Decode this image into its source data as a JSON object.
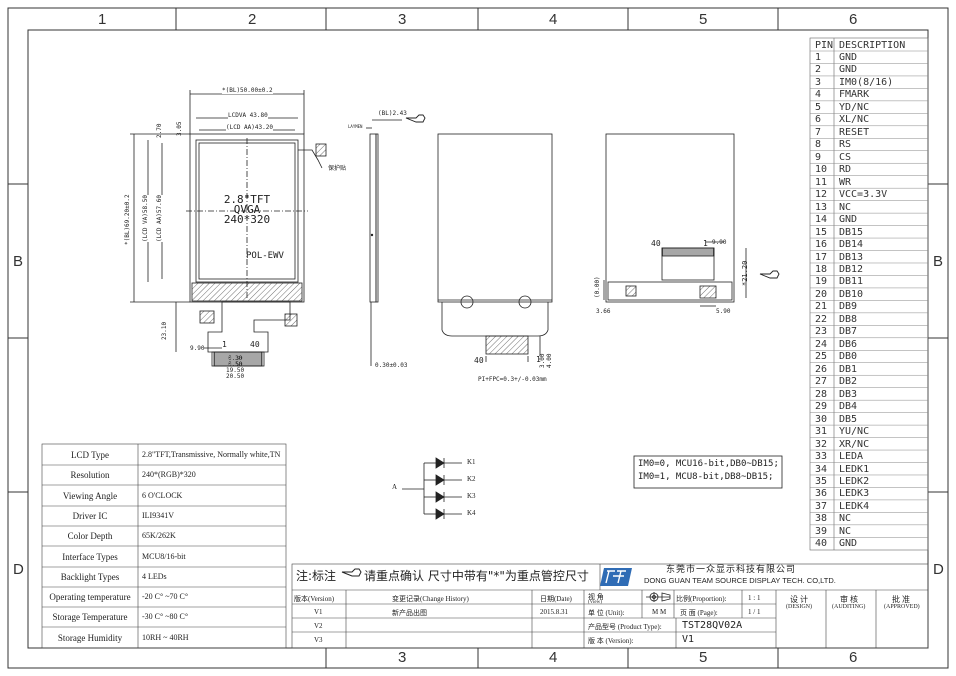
{
  "zones": {
    "columns_top": [
      "1",
      "2",
      "3",
      "4",
      "5",
      "6"
    ],
    "columns_bottom": [
      "3",
      "4",
      "5",
      "6"
    ],
    "rows": [
      "B",
      "D"
    ]
  },
  "front_view": {
    "overall_width": "*(BL)50.00±0.2",
    "lcd_va": "LCDVA 43.80",
    "lcd_aa": "(LCD AA)43.20",
    "top_margin_1": "2.70",
    "top_margin_2": "3.05",
    "overall_height": "*(BL)69.20±0.2",
    "lcd_va_height": "(LCD VA)58.50",
    "lcd_aa_height": "(LCD AA)57.60",
    "title_line1": "2.8\"TFT",
    "title_line2": "QVGA",
    "title_line3": "240*320",
    "polarizer": "POL-EWV",
    "protective_film": "保护贴",
    "fpc_length": "23.10",
    "fpc_offset": "9.90",
    "pin_1": "1",
    "pin_40": "40",
    "fpc_dim_1": "0.30",
    "fpc_dim_2": "0.50",
    "fpc_dim_3": "19.50",
    "fpc_dim_4": "20.50"
  },
  "side_view": {
    "thickness": "(BL)2.43",
    "label": "LAYMEN",
    "fpc_thickness": "0.30±0.03"
  },
  "back_view": {
    "pin_40": "40",
    "pin_1": "1",
    "fpc_note": "PI+FPC=0.3+/-0.03mm",
    "dim_a": "3.00",
    "dim_b": "4.00"
  },
  "bent_view": {
    "pin_40": "40",
    "pin_1": "1",
    "dim_width": "9.90",
    "dim_height": "*21.20",
    "dim_left": "3.66",
    "dim_bottom": "5.90",
    "dim_side": "(0.00)"
  },
  "led_circuit": {
    "anode": "A",
    "cathodes": [
      "K1",
      "K2",
      "K3",
      "K4"
    ]
  },
  "interface_note": {
    "line1": "IM0=0, MCU16-bit,DB0~DB15;",
    "line2": "IM0=1, MCU8-bit,DB8~DB15;"
  },
  "pin_table": {
    "headers": [
      "PIN",
      "DESCRIPTION"
    ],
    "rows": [
      [
        "1",
        "GND"
      ],
      [
        "2",
        "GND"
      ],
      [
        "3",
        "IM0(8/16)"
      ],
      [
        "4",
        "FMARK"
      ],
      [
        "5",
        "YD/NC"
      ],
      [
        "6",
        "XL/NC"
      ],
      [
        "7",
        "RESET"
      ],
      [
        "8",
        "RS"
      ],
      [
        "9",
        "CS"
      ],
      [
        "10",
        "RD"
      ],
      [
        "11",
        "WR"
      ],
      [
        "12",
        "VCC=3.3V"
      ],
      [
        "13",
        "NC"
      ],
      [
        "14",
        "GND"
      ],
      [
        "15",
        "DB15"
      ],
      [
        "16",
        "DB14"
      ],
      [
        "17",
        "DB13"
      ],
      [
        "18",
        "DB12"
      ],
      [
        "19",
        "DB11"
      ],
      [
        "20",
        "DB10"
      ],
      [
        "21",
        "DB9"
      ],
      [
        "22",
        "DB8"
      ],
      [
        "23",
        "DB7"
      ],
      [
        "24",
        "DB6"
      ],
      [
        "25",
        "DB0"
      ],
      [
        "26",
        "DB1"
      ],
      [
        "27",
        "DB2"
      ],
      [
        "28",
        "DB3"
      ],
      [
        "29",
        "DB4"
      ],
      [
        "30",
        "DB5"
      ],
      [
        "31",
        "YU/NC"
      ],
      [
        "32",
        "XR/NC"
      ],
      [
        "33",
        "LEDA"
      ],
      [
        "34",
        "LEDK1"
      ],
      [
        "35",
        "LEDK2"
      ],
      [
        "36",
        "LEDK3"
      ],
      [
        "37",
        "LEDK4"
      ],
      [
        "38",
        "NC"
      ],
      [
        "39",
        "NC"
      ],
      [
        "40",
        "GND"
      ]
    ]
  },
  "specs": [
    {
      "label": "LCD Type",
      "value": "2.8\"TFT,Transmissive, Normally white,TN"
    },
    {
      "label": "Resolution",
      "value": "240*(RGB)*320"
    },
    {
      "label": "Viewing Angle",
      "value": "6 O'CLOCK"
    },
    {
      "label": "Driver IC",
      "value": "ILI9341V"
    },
    {
      "label": "Color Depth",
      "value": "65K/262K"
    },
    {
      "label": "Interface Types",
      "value": "MCU8/16-bit"
    },
    {
      "label": "Backlight Types",
      "value": "4 LEDs"
    },
    {
      "label": "Operating temperature",
      "value": "-20 C° ~70 C°"
    },
    {
      "label": "Storage Temperature",
      "value": "-30 C° ~80 C°"
    },
    {
      "label": "Storage Humidity",
      "value": "10RH ~ 40RH"
    }
  ],
  "title_block": {
    "note": "注:标注",
    "note_rest": "请重点确认 尺寸中带有\"*\"为重点管控尺寸",
    "company_cn": "东莞市一众显示科技有限公司",
    "company_en": "DONG GUAN TEAM SOURCE DISPLAY TECH. CO,LTD.",
    "version_header": "版本(Version)",
    "change_header": "变更记录(Change History)",
    "date_header": "日期(Date)",
    "rows": [
      {
        "version": "V1",
        "change": "新产品出图",
        "date": "2015.8.31"
      },
      {
        "version": "V2",
        "change": "",
        "date": ""
      },
      {
        "version": "V3",
        "change": "",
        "date": ""
      }
    ],
    "view_label": "视  角",
    "view_sub": "(View)",
    "proportion_label": "比例(Proportion):",
    "proportion_value": "1 : 1",
    "unit_label": "单  位 (Unit):",
    "unit_value": "M M",
    "page_label": "页  面 (Page):",
    "page_value": "1 / 1",
    "product_label": "产品型号 (Product Type):",
    "product_value": "TST28QV02A",
    "version_label": "版  本  (Version):",
    "version_value": "V1",
    "design_label": "设 计",
    "design_sub": "(DESIGN)",
    "audit_label": "审 核",
    "audit_sub": "(AUDITING)",
    "approve_label": "批 准",
    "approve_sub": "(APPROVED)"
  }
}
